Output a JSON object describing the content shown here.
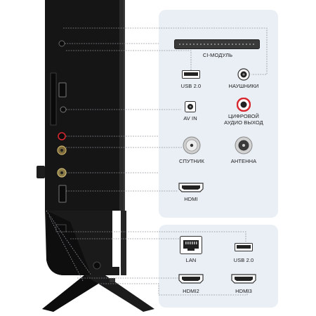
{
  "labels": {
    "ci_module": "CI-МОДУЛЬ",
    "usb_top": "USB 2.0",
    "headphones": "НАУШНИКИ",
    "av_in": "AV IN",
    "digital_audio_line1": "ЦИФРОВОЙ",
    "digital_audio_line2": "АУДИО ВЫХОД",
    "satellite": "СПУТНИК",
    "antenna": "АНТЕННА",
    "hdmi": "HDMI",
    "lan": "LAN",
    "usb_bottom": "USB 2.0",
    "hdmi2": "HDMI2",
    "hdmi3": "HDMI3"
  },
  "colors": {
    "panel": "#e9eff5",
    "tv_body": "#141414",
    "digital_audio_ring": "#d7262e",
    "leader_line": "#8a9096"
  }
}
